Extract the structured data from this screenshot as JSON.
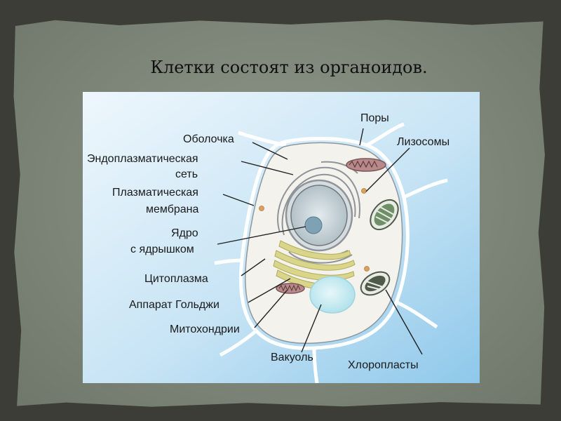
{
  "slide": {
    "title": "Клетки состоят из  органоидов."
  },
  "diagram": {
    "labels": {
      "membrane_shell": "Оболочка",
      "er_line1": "Эндоплазматическая",
      "er_line2": "сеть",
      "plasma_line1": "Плазматическая",
      "plasma_line2": "мембрана",
      "nucleus_line1": "Ядро",
      "nucleus_line2": "с ядрышком",
      "cytoplasm": "Цитоплазма",
      "golgi": "Аппарат Гольджи",
      "mitochondria": "Митохондрии",
      "vacuole": "Вакуоль",
      "pores": "Поры",
      "lysosomes": "Лизосомы",
      "chloroplasts": "Хлоропласты"
    },
    "colors": {
      "panel_top": "#e9f4fb",
      "panel_bottom": "#98cdec",
      "cell_wall": "#ffffff",
      "cytoplasm": "#f4f2ec",
      "nucleus": "#c8d3d8",
      "nucleolus": "#7fa1b4",
      "golgi": "#d9d58a",
      "vacuole": "#bfe6ee",
      "chloroplast": "#6f8f66",
      "mitochondria": "#b8898a",
      "lysosome": "#d9a15f"
    }
  }
}
